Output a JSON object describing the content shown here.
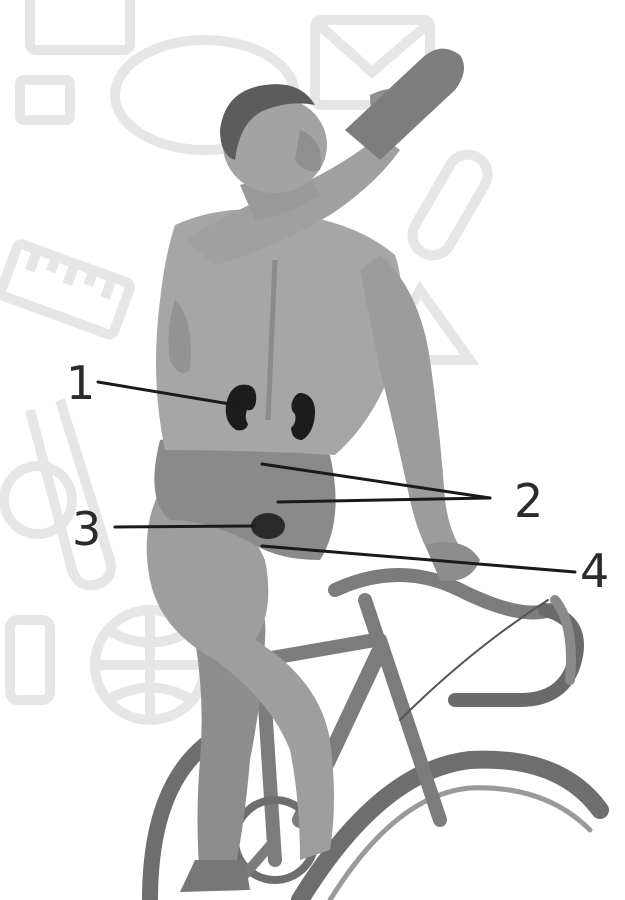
{
  "callouts": {
    "one": "1",
    "two": "2",
    "three": "3",
    "four": "4"
  },
  "colors": {
    "background": "#ffffff",
    "background_icons": "#ececec",
    "figure": "#9b9b9b",
    "figure_dark": "#7a7a7a",
    "figure_light": "#b4b4b4",
    "organ": "#1e1e1e",
    "bike": "#707070",
    "leader_line": "#1a1a1a",
    "label_text": "#2b2b2b"
  },
  "icons": {
    "background": [
      "laptop-icon",
      "mail-envelope-icon",
      "cloud-icon",
      "battery-icon",
      "ruler-icon",
      "gear-icon",
      "globe-icon",
      "phone-icon",
      "pill-icon",
      "test-tube-icon"
    ],
    "figure": "cyclist-drinking-figure",
    "organs": [
      "left-kidney-icon",
      "right-kidney-icon",
      "bladder-icon"
    ]
  }
}
